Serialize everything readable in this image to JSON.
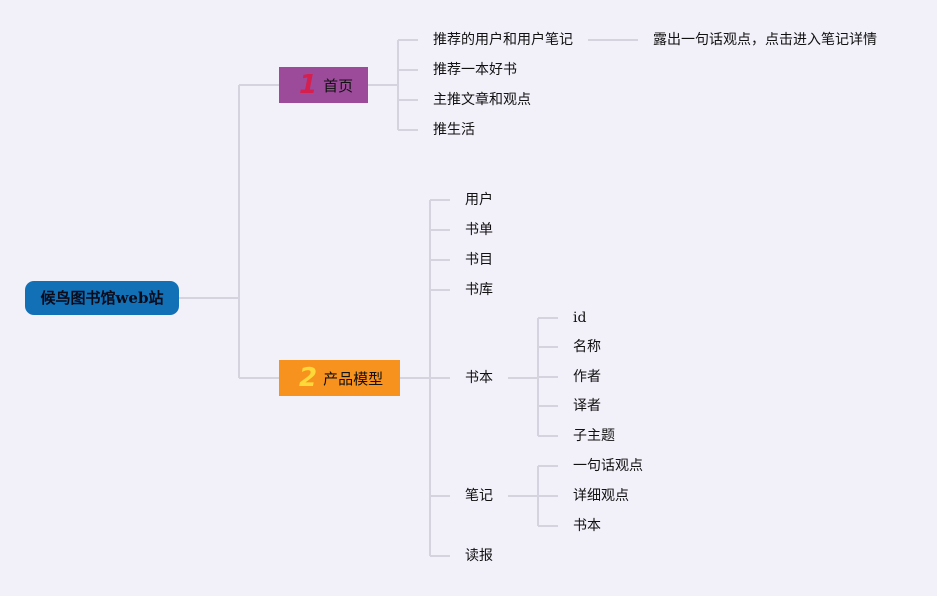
{
  "root": {
    "label": "候鸟图书馆web站"
  },
  "branches": [
    {
      "number": "1",
      "label": "首页",
      "color": "#9c4b9a",
      "number_color": "#d41f4f",
      "items": [
        {
          "label": "推荐的用户和用户笔记",
          "child": "露出一句话观点，点击进入笔记详情"
        },
        {
          "label": "推荐一本好书"
        },
        {
          "label": "主推文章和观点"
        },
        {
          "label": "推生活"
        }
      ]
    },
    {
      "number": "2",
      "label": "产品模型",
      "color": "#f7921e",
      "number_color": "#ffd83a",
      "items": [
        {
          "label": "用户"
        },
        {
          "label": "书单"
        },
        {
          "label": "书目"
        },
        {
          "label": "书库"
        },
        {
          "label": "书本",
          "children": [
            "id",
            "名称",
            "作者",
            "译者",
            "子主题"
          ]
        },
        {
          "label": "笔记",
          "children": [
            "一句话观点",
            "详细观点",
            "书本"
          ]
        },
        {
          "label": "读报"
        }
      ]
    }
  ]
}
